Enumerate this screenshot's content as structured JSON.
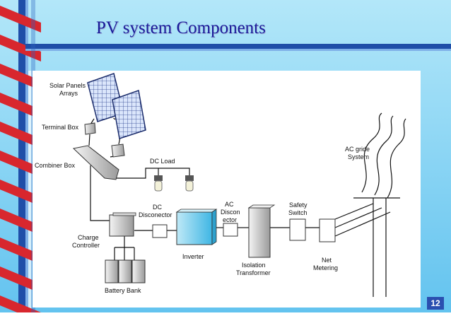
{
  "slide": {
    "title": "PV system Components",
    "page_number": "12",
    "colors": {
      "background_top": "#a9e3f8",
      "background_bottom": "#6cc9f0",
      "title_text": "#1a1a99",
      "spiral_red": "#d8272e",
      "rail_blue": "#1f4ea8",
      "page_badge": "#2a4fb0"
    }
  },
  "diagram": {
    "labels": {
      "solar_panels": [
        "Solar Panels",
        "Arrays"
      ],
      "terminal_box": "Terminal Box",
      "combiner_box": "Combiner Box",
      "dc_load": "DC Load",
      "charge_controller": [
        "Charge",
        "Controller"
      ],
      "battery_bank": "Battery Bank",
      "dc_disconnector": [
        "DC",
        "Disconector"
      ],
      "inverter": "Inverter",
      "ac_disconnector": [
        "AC",
        "Discon",
        "ector"
      ],
      "isolation_transformer": [
        "Isolation",
        "Transformer"
      ],
      "safety_switch": [
        "Safety",
        "Switch"
      ],
      "net_metering": [
        "Net",
        "Metering"
      ],
      "ac_grid_system": [
        "AC gride",
        "System"
      ]
    }
  }
}
